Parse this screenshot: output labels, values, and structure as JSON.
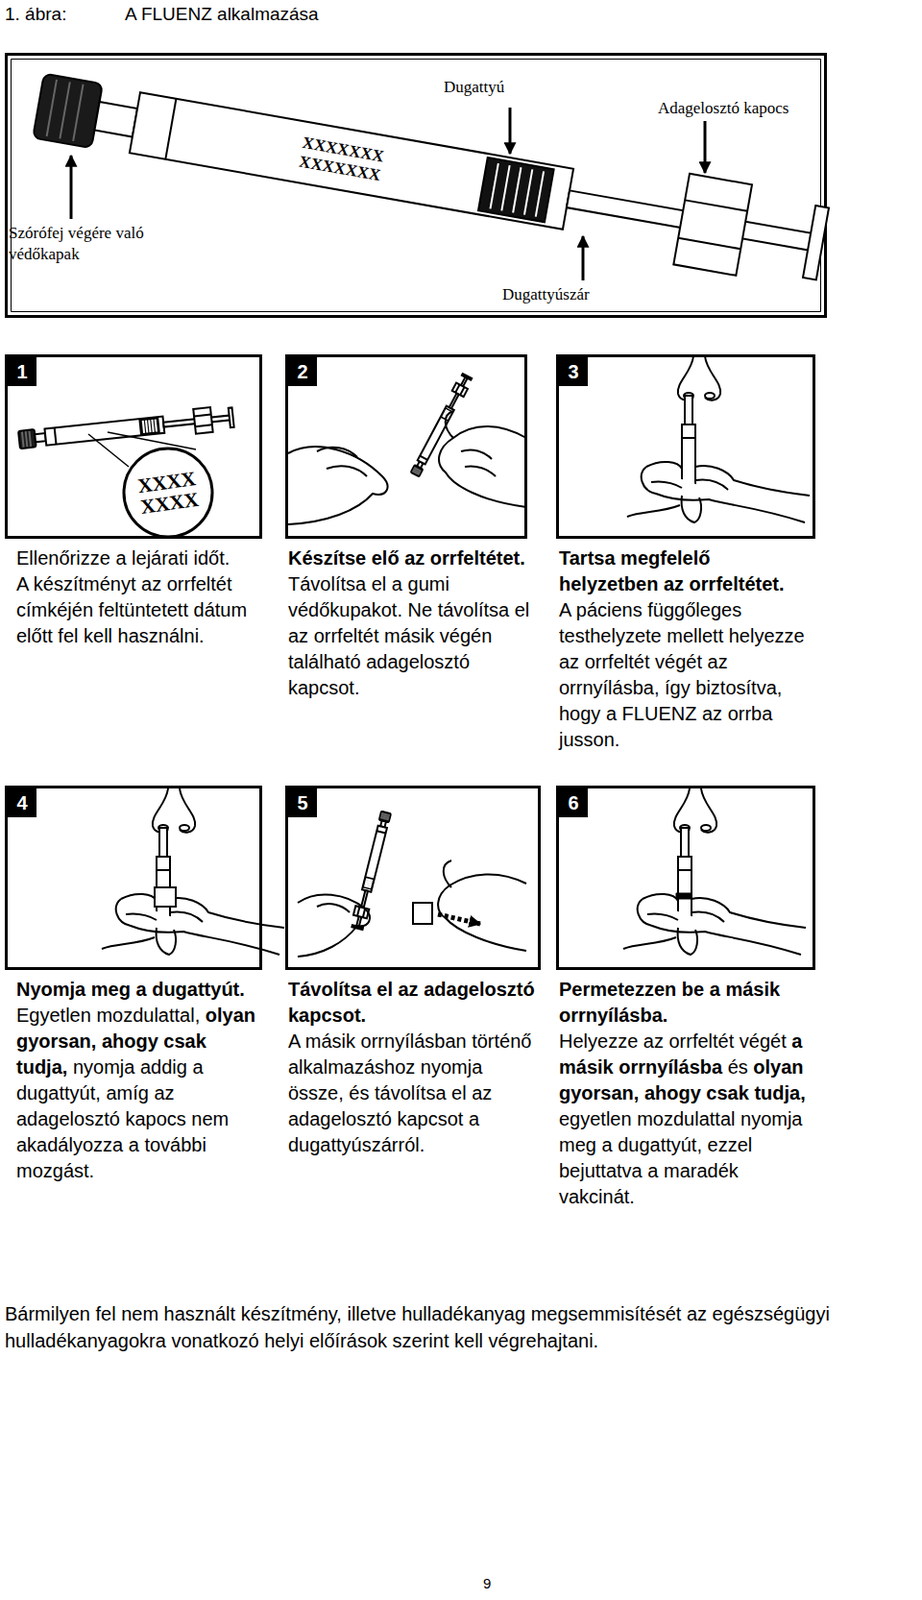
{
  "diagram": {
    "title": "A FLUENZ alkalmazása",
    "nodes": [
      {
        "text": [
          "1",
          "Ellenőrizze a lejárati időt.",
          "A készítményt az orrfeltét címkéjén feltüntetett dátum előtt fel kell használni."
        ]
      },
      {
        "text": [
          "2",
          "Készítse elő az orrfeltétet.",
          "Távolítsa el a gumi védőkupakot. Ne távolítsa el az orrfeltét másik végén található adagelosztó kapcsot."
        ]
      },
      {
        "text": [
          "3",
          "Tartsa megfelelő helyzetben az orrfeltétet.",
          "A páciens függőleges testhelyzete mellett helyezze az orrfeltét végét az orrnyílásba, így biztosítva, hogy a FLUENZ az orrba jusson."
        ]
      },
      {
        "text": [
          "4",
          "Nyomja meg a dugattyút.",
          "Egyetlen mozdulattal,",
          "olyan gyorsan, ahogy csak tudja,",
          "nyomja addig a dugattyút, amíg az adagelosztó kapocs nem akadályozza a további mozgást."
        ]
      },
      {
        "text": [
          "5",
          "Távolítsa el az adagelosztó kapcsot.",
          "A másik orrnyílásban történő alkalmazáshoz nyomja össze, és távolítsa el az adagelosztó kapcsot a dugattyúszárról."
        ]
      },
      {
        "text": [
          "6",
          "Permetezzen be a másik orrnyílásba.",
          "Helyezze az orrfeltét végét",
          "a másik orrnyílásba",
          "és",
          "olyan gyorsan, ahogy csak tudja,",
          "egyetlen mozdulattal nyomja meg a dugattyút, ezzel bejuttatva a maradék vakcinát."
        ]
      }
    ],
    "labels": [
      "1. ábra:",
      "Dugattyú",
      "Adagelosztó kapocs",
      "Szórófej végére való védőkapak",
      "Dugattyúszár",
      "XXXXXXX XXXXXXX",
      "XXXX XXXX",
      "Bármilyen fel nem használt készítmény, illetve hulladékanyag megsemmisítését az egészségügyi hulladékanyagokra vonatkozó helyi előírások szerint kell végrehajtani.",
      "9"
    ]
  }
}
